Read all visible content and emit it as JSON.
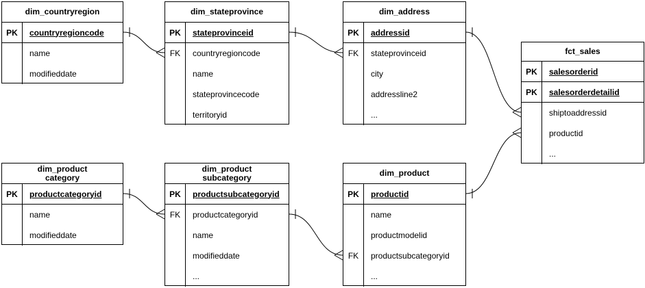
{
  "diagram_type": "entity-relationship-diagram",
  "colors": {
    "line": "#000000",
    "background": "#ffffff",
    "text": "#000000"
  },
  "tables": [
    {
      "title": "dim_countryregion",
      "rows": [
        {
          "key": "PK",
          "field": "countryregioncode"
        },
        {
          "key": "",
          "field": "name"
        },
        {
          "key": "",
          "field": "modifieddate"
        }
      ]
    },
    {
      "title": "dim_stateprovince",
      "rows": [
        {
          "key": "PK",
          "field": "stateprovinceid"
        },
        {
          "key": "FK",
          "field": "countryregioncode"
        },
        {
          "key": "",
          "field": "name"
        },
        {
          "key": "",
          "field": "stateprovincecode"
        },
        {
          "key": "",
          "field": "territoryid"
        }
      ]
    },
    {
      "title": "dim_address",
      "rows": [
        {
          "key": "PK",
          "field": "addressid"
        },
        {
          "key": "FK",
          "field": "stateprovinceid"
        },
        {
          "key": "",
          "field": "city"
        },
        {
          "key": "",
          "field": "addressline2"
        },
        {
          "key": "",
          "field": "..."
        }
      ]
    },
    {
      "title": "fct_sales",
      "rows": [
        {
          "key": "PK",
          "field": "salesorderid"
        },
        {
          "key": "PK",
          "field": "salesorderdetailid"
        },
        {
          "key": "",
          "field": "shiptoaddressid"
        },
        {
          "key": "",
          "field": "productid"
        },
        {
          "key": "",
          "field": "..."
        }
      ]
    },
    {
      "title": "dim_product\ncategory",
      "rows": [
        {
          "key": "PK",
          "field": "productcategoryid"
        },
        {
          "key": "",
          "field": "name"
        },
        {
          "key": "",
          "field": "modifieddate"
        }
      ]
    },
    {
      "title": "dim_product\nsubcategory",
      "rows": [
        {
          "key": "PK",
          "field": "productsubcategoryid"
        },
        {
          "key": "FK",
          "field": "productcategoryid"
        },
        {
          "key": "",
          "field": "name"
        },
        {
          "key": "",
          "field": "modifieddate"
        },
        {
          "key": "",
          "field": "..."
        }
      ]
    },
    {
      "title": "dim_product",
      "rows": [
        {
          "key": "PK",
          "field": "productid"
        },
        {
          "key": "",
          "field": "name"
        },
        {
          "key": "",
          "field": "productmodelid"
        },
        {
          "key": "FK",
          "field": "productsubcategoryid"
        },
        {
          "key": "",
          "field": "..."
        }
      ]
    }
  ],
  "relationships": [
    {
      "from": "dim_countryregion.countryregioncode",
      "to": "dim_stateprovince.countryregioncode",
      "cardinality": "one-to-many"
    },
    {
      "from": "dim_stateprovince.stateprovinceid",
      "to": "dim_address.stateprovinceid",
      "cardinality": "one-to-many"
    },
    {
      "from": "dim_address.addressid",
      "to": "fct_sales.shiptoaddressid",
      "cardinality": "one-to-many"
    },
    {
      "from": "dim_product.productid",
      "to": "fct_sales.productid",
      "cardinality": "one-to-many"
    },
    {
      "from": "dim_productcategory.productcategoryid",
      "to": "dim_productsubcategory.productcategoryid",
      "cardinality": "one-to-many"
    },
    {
      "from": "dim_productsubcategory.productsubcategoryid",
      "to": "dim_product.productsubcategoryid",
      "cardinality": "one-to-many"
    }
  ]
}
